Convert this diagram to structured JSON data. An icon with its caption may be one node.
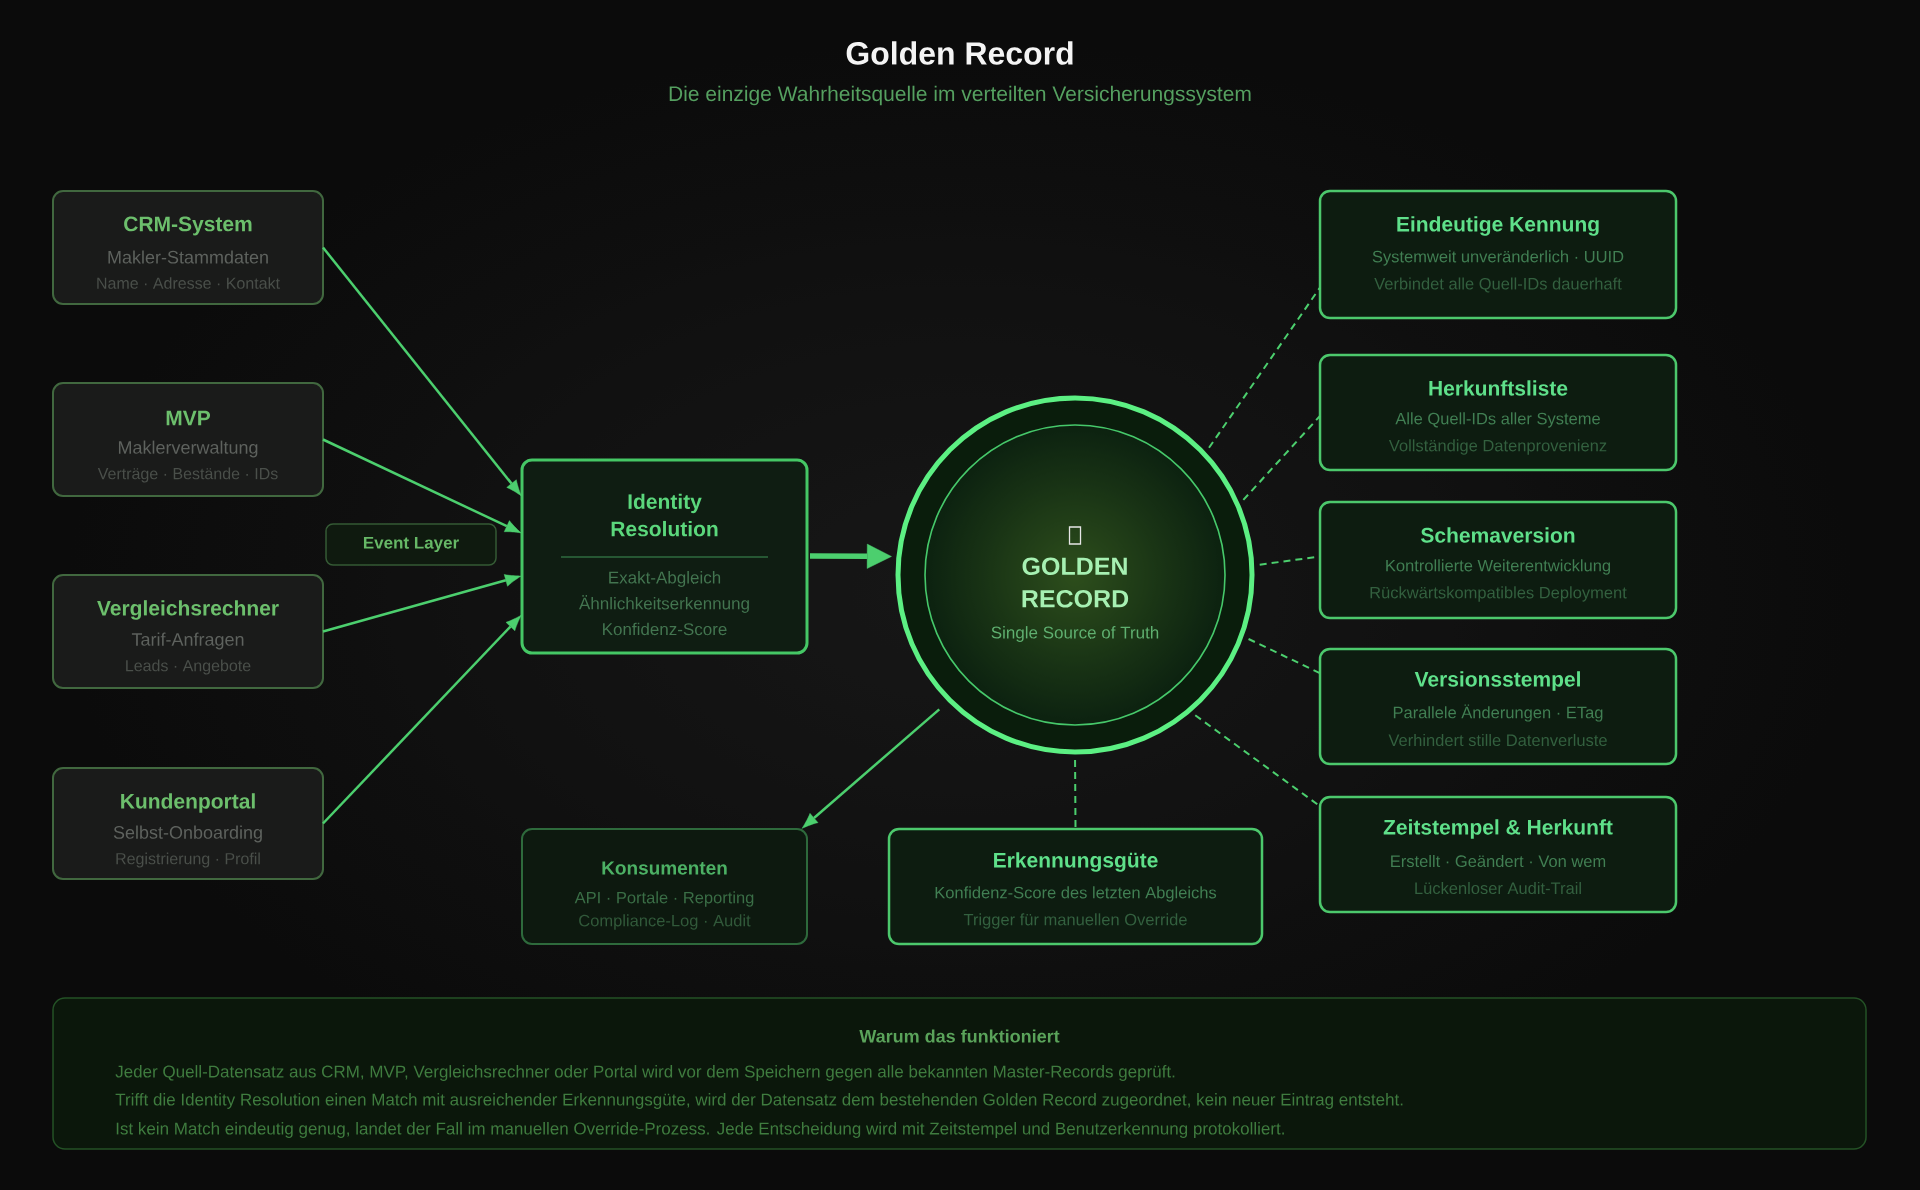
{
  "diagram": {
    "title": "Golden Record",
    "nodes": [
      {
        "text": [
          "CRM-System",
          "Makler-Stammdaten",
          "Name · Adresse · Kontakt"
        ]
      },
      {
        "text": [
          "MVP",
          "Maklerverwaltung",
          "Verträge · Bestände · IDs"
        ]
      },
      {
        "text": [
          "Event Layer"
        ]
      },
      {
        "text": [
          "Vergleichsrechner",
          "Tarif-Anfragen",
          "Leads · Angebote"
        ]
      },
      {
        "text": [
          "Kundenportal",
          "Selbst-Onboarding",
          "Registrierung · Profil"
        ]
      },
      {
        "text": [
          "Identity Resolution",
          "Exakt-Abgleich",
          "Ähnlichkeitserkennung",
          "Konfidenz-Score"
        ]
      },
      {
        "text": [
          "GOLDEN RECORD",
          "Single Source of Truth"
        ]
      },
      {
        "text": [
          "Eindeutige Kennung",
          "Systemweit unveränderlich · UUID",
          "Verbindet alle Quell-IDs dauerhaft"
        ]
      },
      {
        "text": [
          "Herkunftsliste",
          "Alle Quell-IDs aller Systeme",
          "Vollständige Datenprovenienz"
        ]
      },
      {
        "text": [
          "Schemaversion",
          "Kontrollierte Weiterentwicklung",
          "Rückwärtskompatibles Deployment"
        ]
      },
      {
        "text": [
          "Versionsstempel",
          "Parallele Änderungen · ETag",
          "Verhindert stille Datenverluste"
        ]
      },
      {
        "text": [
          "Zeitstempel & Herkunft",
          "Erstellt · Geändert · Von wem",
          "Lückenloser Audit-Trail"
        ]
      },
      {
        "text": [
          "Konsumenten",
          "API · Portale · Reporting",
          "Compliance-Log · Audit"
        ]
      },
      {
        "text": [
          "Erkennungsgüte",
          "Konfidenz-Score des letzten Abgleichs",
          "Trigger für manuellen Override"
        ]
      },
      {
        "text": [
          "Warum das funktioniert",
          "Jeder Quell-Datensatz aus CRM, MVP, Vergleichsrechner oder Portal wird vor dem Speichern gegen alle bekannten Master-Records geprüft.",
          "Trifft die Identity Resolution einen Match mit ausreichender Erkennungsgüte, wird der Datensatz dem bestehenden Golden Record zugeordnet, kein neuer Eintrag entsteht.",
          "Ist kein Match eindeutig genug, landet der Fall im manuellen Override-Prozess. Jede Entscheidung wird mit Zeitstempel und Benutzerkennung protokolliert."
        ]
      }
    ],
    "edges": [
      {
        "from": 0,
        "to": 5,
        "arrow": "to"
      },
      {
        "from": 1,
        "to": 5,
        "arrow": "to"
      },
      {
        "from": 3,
        "to": 5,
        "arrow": "to"
      },
      {
        "from": 4,
        "to": 5,
        "arrow": "to"
      },
      {
        "from": 5,
        "to": 6,
        "arrow": "to",
        "style": "thick"
      },
      {
        "from": 6,
        "to": 12,
        "arrow": "to"
      },
      {
        "from": 6,
        "to": 7,
        "arrow": "none",
        "style": "dashed"
      },
      {
        "from": 6,
        "to": 8,
        "arrow": "none",
        "style": "dashed"
      },
      {
        "from": 6,
        "to": 9,
        "arrow": "none",
        "style": "dashed"
      },
      {
        "from": 6,
        "to": 10,
        "arrow": "none",
        "style": "dashed"
      },
      {
        "from": 6,
        "to": 11,
        "arrow": "none",
        "style": "dashed"
      },
      {
        "from": 6,
        "to": 13,
        "arrow": "none",
        "style": "dashed"
      }
    ],
    "labels": [
      "Die einzige Wahrheitsquelle im verteilten Versicherungssystem"
    ]
  }
}
